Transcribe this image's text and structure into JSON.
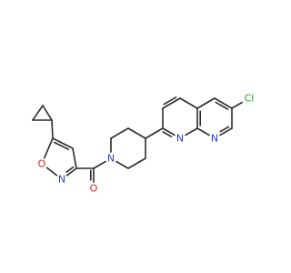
{
  "molecule": {
    "atoms": [
      {
        "id": "cp1",
        "element": "C",
        "label": ""
      },
      {
        "id": "cp2",
        "element": "C",
        "label": ""
      },
      {
        "id": "cp3",
        "element": "C",
        "label": ""
      },
      {
        "id": "iso_c5",
        "element": "C",
        "label": ""
      },
      {
        "id": "iso_c4",
        "element": "C",
        "label": ""
      },
      {
        "id": "iso_c3",
        "element": "C",
        "label": ""
      },
      {
        "id": "iso_n",
        "element": "N",
        "label": "N"
      },
      {
        "id": "iso_o",
        "element": "O",
        "label": "O"
      },
      {
        "id": "carbonyl_c",
        "element": "C",
        "label": ""
      },
      {
        "id": "carbonyl_o",
        "element": "O",
        "label": "O"
      },
      {
        "id": "pip_n",
        "element": "N",
        "label": "N"
      },
      {
        "id": "pip_c2",
        "element": "C",
        "label": ""
      },
      {
        "id": "pip_c3",
        "element": "C",
        "label": ""
      },
      {
        "id": "pip_c4",
        "element": "C",
        "label": ""
      },
      {
        "id": "pip_c5",
        "element": "C",
        "label": ""
      },
      {
        "id": "pip_c6",
        "element": "C",
        "label": ""
      },
      {
        "id": "nap_c2",
        "element": "C",
        "label": ""
      },
      {
        "id": "nap_c3",
        "element": "C",
        "label": ""
      },
      {
        "id": "nap_c4",
        "element": "C",
        "label": ""
      },
      {
        "id": "nap_c4a",
        "element": "C",
        "label": ""
      },
      {
        "id": "nap_c8a",
        "element": "C",
        "label": ""
      },
      {
        "id": "nap_n1",
        "element": "N",
        "label": "N"
      },
      {
        "id": "nap_c5",
        "element": "C",
        "label": ""
      },
      {
        "id": "nap_c6",
        "element": "C",
        "label": ""
      },
      {
        "id": "nap_c7",
        "element": "C",
        "label": ""
      },
      {
        "id": "nap_n8",
        "element": "N",
        "label": "N"
      },
      {
        "id": "cl",
        "element": "Cl",
        "label": "Cl"
      }
    ],
    "colors": {
      "C": "#2b2b2b",
      "N": "#2b3fc7",
      "O": "#d21f1f",
      "Cl": "#2e9a2e"
    }
  }
}
